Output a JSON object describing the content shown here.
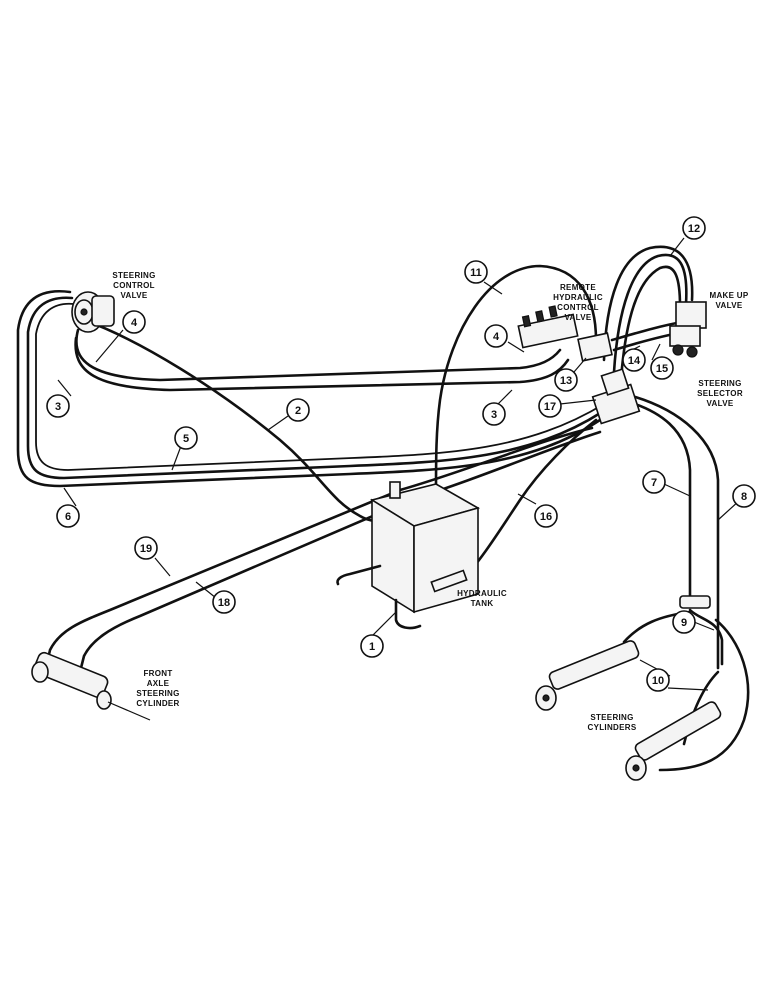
{
  "labels": {
    "steering_control_valve": [
      "STEERING",
      "CONTROL",
      "VALVE"
    ],
    "remote_hydraulic_control_valve": [
      "REMOTE",
      "HYDRAULIC",
      "CONTROL",
      "VALVE"
    ],
    "make_up_valve": [
      "MAKE UP",
      "VALVE"
    ],
    "steering_selector_valve": [
      "STEERING",
      "SELECTOR",
      "VALVE"
    ],
    "hydraulic_tank": [
      "HYDRAULIC",
      "TANK"
    ],
    "front_axle_steering_cylinder": [
      "FRONT",
      "AXLE",
      "STEERING",
      "CYLINDER"
    ],
    "steering_cylinders": [
      "STEERING",
      "CYLINDERS"
    ]
  },
  "callouts": [
    "1",
    "2",
    "3",
    "3",
    "4",
    "4",
    "5",
    "6",
    "7",
    "8",
    "9",
    "10",
    "11",
    "12",
    "13",
    "14",
    "15",
    "16",
    "17",
    "18",
    "19"
  ]
}
